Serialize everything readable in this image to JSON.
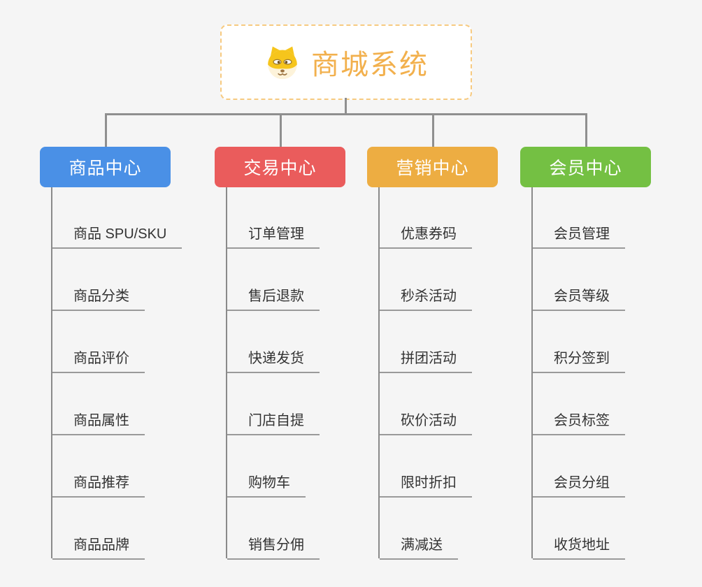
{
  "canvas": {
    "background": "#f5f5f5",
    "connector_color": "#8f8f8f",
    "underline_color": "#9a9a9a",
    "item_text_color": "#333333"
  },
  "root": {
    "label": "商城系统",
    "text_color": "#f2b04d",
    "border_color": "#f7ca80",
    "background": "#ffffff",
    "icon": "dog-face-icon"
  },
  "branches": [
    {
      "id": "product-center",
      "label": "商品中心",
      "color": "#4a90e6",
      "children": [
        "商品 SPU/SKU",
        "商品分类",
        "商品评价",
        "商品属性",
        "商品推荐",
        "商品品牌"
      ]
    },
    {
      "id": "trade-center",
      "label": "交易中心",
      "color": "#ea5c5c",
      "children": [
        "订单管理",
        "售后退款",
        "快递发货",
        "门店自提",
        "购物车",
        "销售分佣"
      ]
    },
    {
      "id": "marketing-center",
      "label": "营销中心",
      "color": "#edad42",
      "children": [
        "优惠券码",
        "秒杀活动",
        "拼团活动",
        "砍价活动",
        "限时折扣",
        "满减送"
      ]
    },
    {
      "id": "member-center",
      "label": "会员中心",
      "color": "#74c043",
      "children": [
        "会员管理",
        "会员等级",
        "积分签到",
        "会员标签",
        "会员分组",
        "收货地址"
      ]
    }
  ]
}
